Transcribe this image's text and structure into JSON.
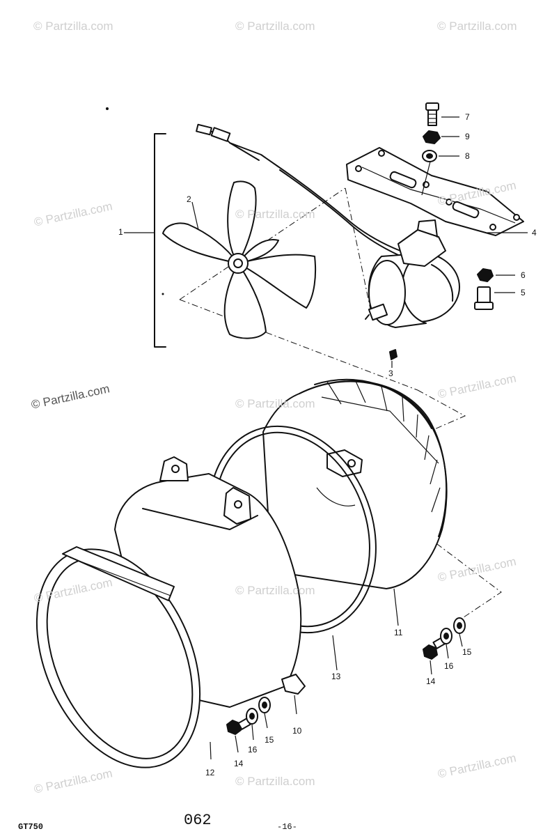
{
  "watermark": {
    "text": "© Partzilla.com"
  },
  "callouts": {
    "c1": "1",
    "c2": "2",
    "c3": "3",
    "c4": "4",
    "c5": "5",
    "c6": "6",
    "c7": "7",
    "c8": "8",
    "c9": "9",
    "c10": "10",
    "c11": "11",
    "c12": "12",
    "c13": "13",
    "c14a": "14",
    "c14b": "14",
    "c15a": "15",
    "c15b": "15",
    "c16a": "16",
    "c16b": "16"
  },
  "footer": {
    "model": "GT750",
    "page_code": "062",
    "page_number": "-16-"
  }
}
